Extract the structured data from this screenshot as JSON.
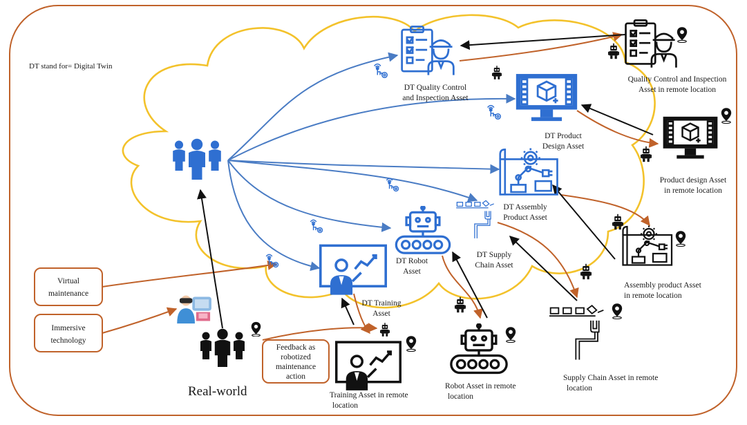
{
  "note": "DT stand for= Digital Twin",
  "colors": {
    "frame": "#c0622a",
    "cloud": "#f3c22b",
    "blue_arrow": "#4a7cc4",
    "orange_arrow": "#c0622a",
    "black_arrow": "#111111",
    "icon_blue": "#2f6fd1",
    "icon_black": "#111111"
  },
  "digital_twin_nodes": {
    "quality": [
      "DT Quality Control",
      "and Inspection Asset"
    ],
    "product_design": [
      "DT Product",
      "Design Asset"
    ],
    "assembly": [
      "DT Assembly",
      "Product Asset"
    ],
    "supply_chain": [
      "DT Supply",
      "Chain Asset"
    ],
    "robot": [
      "DT Robot",
      "Asset"
    ],
    "training": [
      "DT Training",
      "Asset"
    ]
  },
  "remote_nodes": {
    "quality": [
      "Quality Control and Inspection",
      "Asset in remote location"
    ],
    "product_design": [
      "Product design Asset",
      "in remote location"
    ],
    "assembly": [
      "Assembly product Asset",
      "in remote location"
    ],
    "supply_chain": [
      "Supply Chain Asset in remote",
      "location"
    ],
    "robot": [
      "Robot Asset in remote",
      "location"
    ],
    "training": [
      "Training Asset in remote",
      "location"
    ]
  },
  "inputs": {
    "virtual": [
      "Virtual",
      "maintenance"
    ],
    "immersive": [
      "Immersive",
      "technology"
    ],
    "feedback": [
      "Feedback as",
      "robotized",
      "maintenance",
      "action"
    ]
  },
  "real_world": "Real-world",
  "icons": {
    "people": "group-of-people-icon",
    "quality": "inspector-clipboard-icon",
    "monitor": "monitor-cube-icon",
    "assembly": "robotic-arm-icon",
    "robot": "robot-conveyor-icon",
    "training": "presentation-board-icon",
    "supply": "conveyor-belt-icon",
    "pin": "location-pin-icon",
    "iot": "gear-touch-icon",
    "vr": "vr-headset-icon"
  }
}
